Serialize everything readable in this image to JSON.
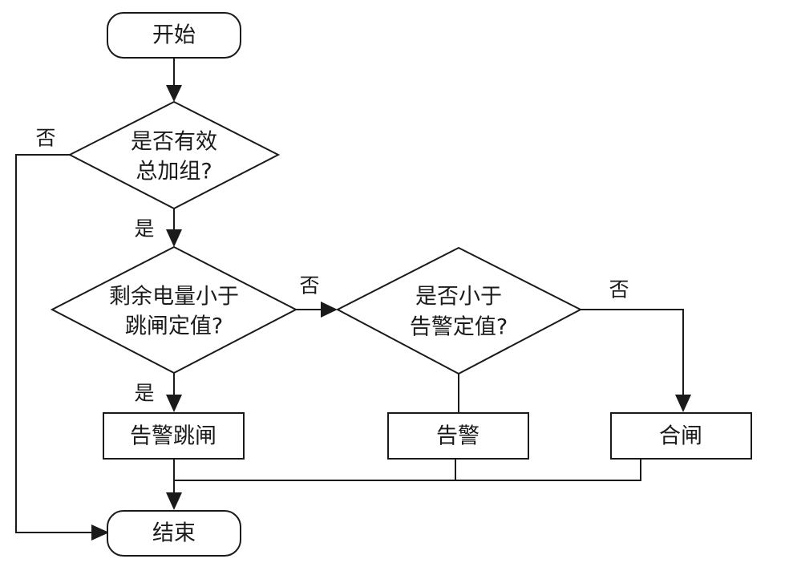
{
  "flowchart": {
    "start": "开始",
    "end": "结束",
    "decision_valid_line1": "是否有效",
    "decision_valid_line2": "总加组?",
    "decision_trip_line1": "剩余电量小于",
    "decision_trip_line2": "跳闸定值?",
    "decision_alarm_line1": "是否小于",
    "decision_alarm_line2": "告警定值?",
    "process_alarm_trip": "告警跳闸",
    "process_alarm": "告警",
    "process_close": "合闸",
    "edge_labels": {
      "valid_no": "否",
      "valid_yes": "是",
      "trip_no": "否",
      "trip_yes": "是",
      "alarm_no": "否"
    }
  }
}
